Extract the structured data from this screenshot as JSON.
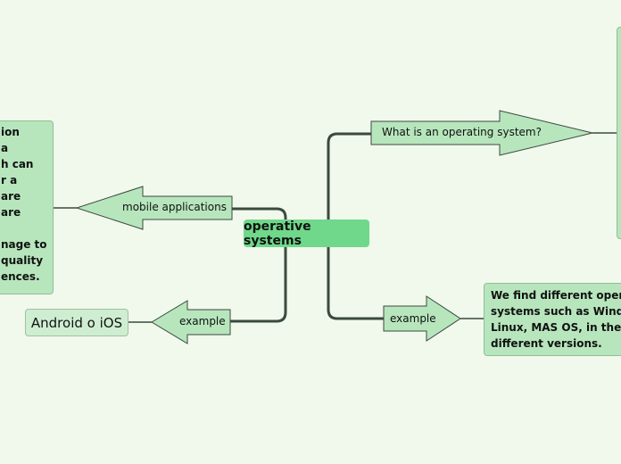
{
  "center": {
    "label": "operative systems"
  },
  "nodes": {
    "what_is": {
      "label": "What is an operating system?"
    },
    "example_right": {
      "label": "example"
    },
    "mobile_apps": {
      "label": "mobile applications"
    },
    "example_left": {
      "label": "example"
    },
    "android_ios": {
      "label": "Android o iOS"
    }
  },
  "notes": {
    "right_example_lines": [
      "We find different operat",
      "systems such as Window",
      "Linux, MAS OS, in their",
      "different versions."
    ],
    "left_mobile_lines": [
      "ion",
      "a",
      "h can",
      "r a",
      "are",
      "are",
      "",
      "nage to",
      "quality",
      "ences."
    ]
  },
  "colors": {
    "background": "#f1f8ec",
    "center_fill": "#6fd88a",
    "node_fill": "#b7e6bd",
    "connector": "#3b4a3e"
  }
}
